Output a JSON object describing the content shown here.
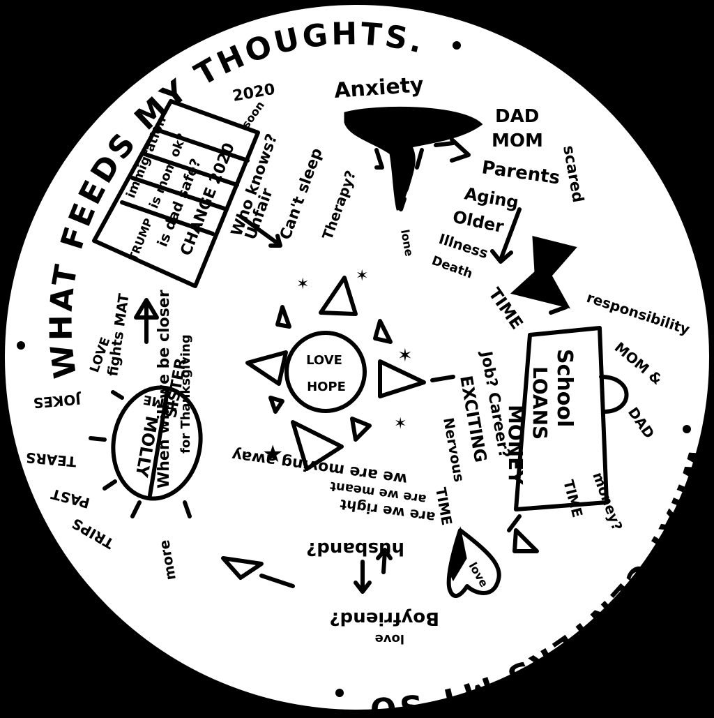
{
  "rim": {
    "top": "WHAT FEEDS MY THOUGHTS.",
    "bottom": "WHAT CENTERS MY SOUL"
  },
  "center": {
    "love": "LOVE",
    "hope": "HOPE"
  },
  "anxiety": "Anxiety",
  "family": [
    "DAD",
    "MOM",
    "Parents",
    "Aging",
    "Older",
    "Illness",
    "Death"
  ],
  "scared": "scared",
  "lone": "lone",
  "time_labels": [
    "TIME",
    "TIME",
    "TIME"
  ],
  "responsibility": "responsibility",
  "mom_dad": [
    "MOM &",
    "DAD"
  ],
  "school_box": [
    "School",
    "LOANS",
    "MONEY"
  ],
  "money_q": "money?",
  "job_career": "Job? Career?",
  "exciting": "EXCITING",
  "nervous": "Nervous",
  "heart_love": "love",
  "husband": "husband?",
  "boyfriend": "Boyfriend?",
  "love_small": "love",
  "are_we_right": "are we right",
  "are_we_meant": "are we meant",
  "moving_away": "we are moving away",
  "when_closer": "When will we be closer",
  "thanksgiving": "for Thanksgiving",
  "molly_oval": [
    "MOLLY",
    "SISTER",
    "TIME"
  ],
  "molly_spokes": [
    "fights MAT",
    "LOVE",
    "JOKES",
    "TEARS",
    "PAST",
    "TRIPS",
    "more"
  ],
  "flag_box": {
    "year": "2020",
    "soon": "soon",
    "rows": [
      "immigration",
      "is mom ok?",
      "is dad safe?",
      "CHANGE 2020"
    ],
    "side": "TRUMP"
  },
  "who_knows": "Who knows?",
  "unfair": "Unfair",
  "cant_sleep": "Can't sleep",
  "therapy": "Therapy?",
  "colors": {
    "ink": "#000000",
    "plate": "#ffffff",
    "background": "#000000"
  }
}
